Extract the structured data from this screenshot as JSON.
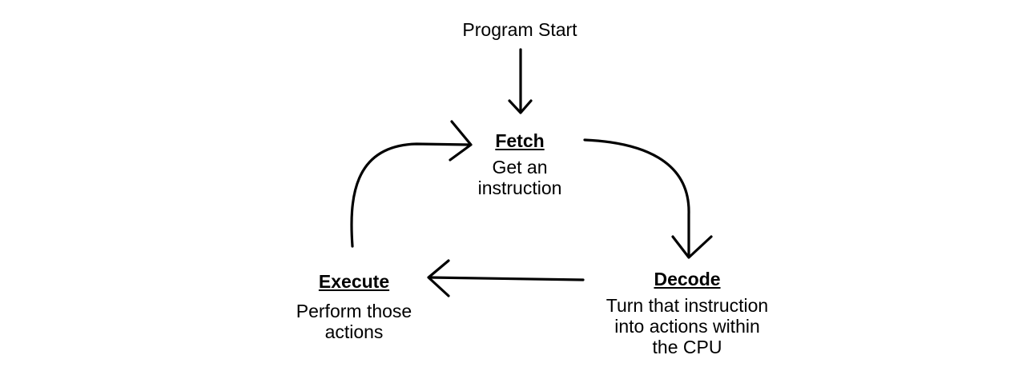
{
  "diagram": {
    "start": {
      "label": "Program Start"
    },
    "nodes": {
      "fetch": {
        "title": "Fetch",
        "lines": [
          "Get an",
          "instruction"
        ]
      },
      "decode": {
        "title": "Decode",
        "lines": [
          "Turn that instruction",
          "into actions within",
          "the CPU"
        ]
      },
      "execute": {
        "title": "Execute",
        "lines": [
          "Perform those",
          "actions"
        ]
      }
    },
    "edges": [
      {
        "from": "start",
        "to": "fetch"
      },
      {
        "from": "fetch",
        "to": "decode"
      },
      {
        "from": "decode",
        "to": "execute"
      },
      {
        "from": "execute",
        "to": "fetch"
      }
    ],
    "colors": {
      "stroke": "#000000",
      "text": "#000000",
      "background": "#ffffff"
    }
  }
}
